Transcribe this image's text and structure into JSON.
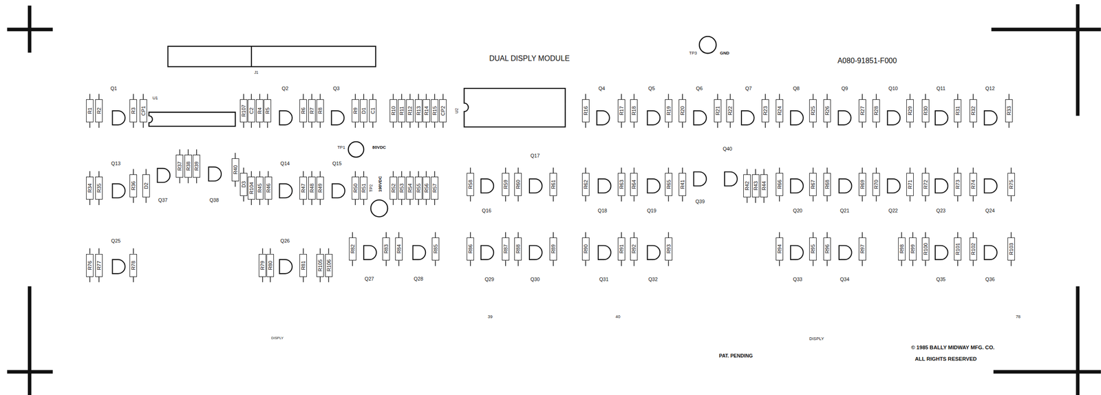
{
  "diagram": {
    "title": "DUAL DISPLY MODULE",
    "nodes": [
      {
        "text": [
          "R1"
        ]
      },
      {
        "text": [
          "R2"
        ]
      },
      {
        "text": [
          "R3"
        ]
      },
      {
        "text": [
          "CP1"
        ]
      },
      {
        "text": [
          "R107"
        ]
      },
      {
        "text": [
          "C2"
        ]
      },
      {
        "text": [
          "R4"
        ]
      },
      {
        "text": [
          "R5"
        ]
      },
      {
        "text": [
          "R6"
        ]
      },
      {
        "text": [
          "R7"
        ]
      },
      {
        "text": [
          "R8"
        ]
      },
      {
        "text": [
          "R9"
        ]
      },
      {
        "text": [
          "D1"
        ]
      },
      {
        "text": [
          "C1"
        ]
      },
      {
        "text": [
          "R10"
        ]
      },
      {
        "text": [
          "R11"
        ]
      },
      {
        "text": [
          "R12"
        ]
      },
      {
        "text": [
          "R13"
        ]
      },
      {
        "text": [
          "R14"
        ]
      },
      {
        "text": [
          "R15"
        ]
      },
      {
        "text": [
          "CP2"
        ]
      },
      {
        "text": [
          "R16"
        ]
      },
      {
        "text": [
          "R17"
        ]
      },
      {
        "text": [
          "R18"
        ]
      },
      {
        "text": [
          "R19"
        ]
      },
      {
        "text": [
          "R20"
        ]
      },
      {
        "text": [
          "R21"
        ]
      },
      {
        "text": [
          "R22"
        ]
      },
      {
        "text": [
          "R23"
        ]
      },
      {
        "text": [
          "R24"
        ]
      },
      {
        "text": [
          "R25"
        ]
      },
      {
        "text": [
          "R26"
        ]
      },
      {
        "text": [
          "R27"
        ]
      },
      {
        "text": [
          "R28"
        ]
      },
      {
        "text": [
          "R29"
        ]
      },
      {
        "text": [
          "R30"
        ]
      },
      {
        "text": [
          "R31"
        ]
      },
      {
        "text": [
          "R32"
        ]
      },
      {
        "text": [
          "R33"
        ]
      },
      {
        "text": [
          "R34"
        ]
      },
      {
        "text": [
          "R35"
        ]
      },
      {
        "text": [
          "R36"
        ]
      },
      {
        "text": [
          "D2"
        ]
      },
      {
        "text": [
          "R37"
        ]
      },
      {
        "text": [
          "R38"
        ]
      },
      {
        "text": [
          "R39"
        ]
      },
      {
        "text": [
          "R40"
        ]
      },
      {
        "text": [
          "D3"
        ]
      },
      {
        "text": [
          "R104"
        ]
      },
      {
        "text": [
          "R45"
        ]
      },
      {
        "text": [
          "R46"
        ]
      },
      {
        "text": [
          "R47"
        ]
      },
      {
        "text": [
          "R48"
        ]
      },
      {
        "text": [
          "R49"
        ]
      },
      {
        "text": [
          "R50"
        ]
      },
      {
        "text": [
          "R51"
        ]
      },
      {
        "text": [
          "R52"
        ]
      },
      {
        "text": [
          "R53"
        ]
      },
      {
        "text": [
          "R54"
        ]
      },
      {
        "text": [
          "R55"
        ]
      },
      {
        "text": [
          "R56"
        ]
      },
      {
        "text": [
          "R57"
        ]
      },
      {
        "text": [
          "R58"
        ]
      },
      {
        "text": [
          "R59"
        ]
      },
      {
        "text": [
          "R60"
        ]
      },
      {
        "text": [
          "R61"
        ]
      },
      {
        "text": [
          "R62"
        ]
      },
      {
        "text": [
          "R63"
        ]
      },
      {
        "text": [
          "R64"
        ]
      },
      {
        "text": [
          "R65"
        ]
      },
      {
        "text": [
          "R41"
        ]
      },
      {
        "text": [
          "R42"
        ]
      },
      {
        "text": [
          "R43"
        ]
      },
      {
        "text": [
          "R44"
        ]
      },
      {
        "text": [
          "R66"
        ]
      },
      {
        "text": [
          "R67"
        ]
      },
      {
        "text": [
          "R68"
        ]
      },
      {
        "text": [
          "R69"
        ]
      },
      {
        "text": [
          "R70"
        ]
      },
      {
        "text": [
          "R71"
        ]
      },
      {
        "text": [
          "R72"
        ]
      },
      {
        "text": [
          "R73"
        ]
      },
      {
        "text": [
          "R74"
        ]
      },
      {
        "text": [
          "R75"
        ]
      },
      {
        "text": [
          "R76"
        ]
      },
      {
        "text": [
          "R77"
        ]
      },
      {
        "text": [
          "R78"
        ]
      },
      {
        "text": [
          "R79"
        ]
      },
      {
        "text": [
          "R80"
        ]
      },
      {
        "text": [
          "R81"
        ]
      },
      {
        "text": [
          "R105"
        ]
      },
      {
        "text": [
          "R106"
        ]
      },
      {
        "text": [
          "R82"
        ]
      },
      {
        "text": [
          "R83"
        ]
      },
      {
        "text": [
          "R84"
        ]
      },
      {
        "text": [
          "R85"
        ]
      },
      {
        "text": [
          "R86"
        ]
      },
      {
        "text": [
          "R87"
        ]
      },
      {
        "text": [
          "R88"
        ]
      },
      {
        "text": [
          "R89"
        ]
      },
      {
        "text": [
          "R90"
        ]
      },
      {
        "text": [
          "R91"
        ]
      },
      {
        "text": [
          "R92"
        ]
      },
      {
        "text": [
          "R93"
        ]
      },
      {
        "text": [
          "R94"
        ]
      },
      {
        "text": [
          "R95"
        ]
      },
      {
        "text": [
          "R96"
        ]
      },
      {
        "text": [
          "R97"
        ]
      },
      {
        "text": [
          "R98"
        ]
      },
      {
        "text": [
          "R99"
        ]
      },
      {
        "text": [
          "R100"
        ]
      },
      {
        "text": [
          "R101"
        ]
      },
      {
        "text": [
          "R102"
        ]
      },
      {
        "text": [
          "R103"
        ]
      }
    ],
    "labels": [
      "TP3",
      "GND",
      "A080-91851-F000",
      "J1",
      "Q1",
      "Q2",
      "Q3",
      "Q4",
      "Q5",
      "Q6",
      "Q7",
      "Q8",
      "Q9",
      "Q10",
      "Q11",
      "Q12",
      "U1",
      "U2",
      "TP1",
      "80VDC",
      "Q40",
      "Q17",
      "Q13",
      "Q14",
      "Q15",
      "TP2",
      "190VDC",
      "Q37",
      "Q38",
      "Q39",
      "Q16",
      "Q18",
      "Q19",
      "Q20",
      "Q21",
      "Q22",
      "Q23",
      "Q24",
      "Q25",
      "Q26",
      "Q27",
      "Q28",
      "Q29",
      "Q30",
      "Q31",
      "Q32",
      "Q33",
      "Q34",
      "Q35",
      "Q36",
      "39",
      "40",
      "78",
      "DISPLY",
      "DISPLY",
      "PAT. PENDING",
      "© 1985 BALLY MIDWAY MFG. CO.",
      "ALL RIGHTS RESERVED"
    ]
  }
}
